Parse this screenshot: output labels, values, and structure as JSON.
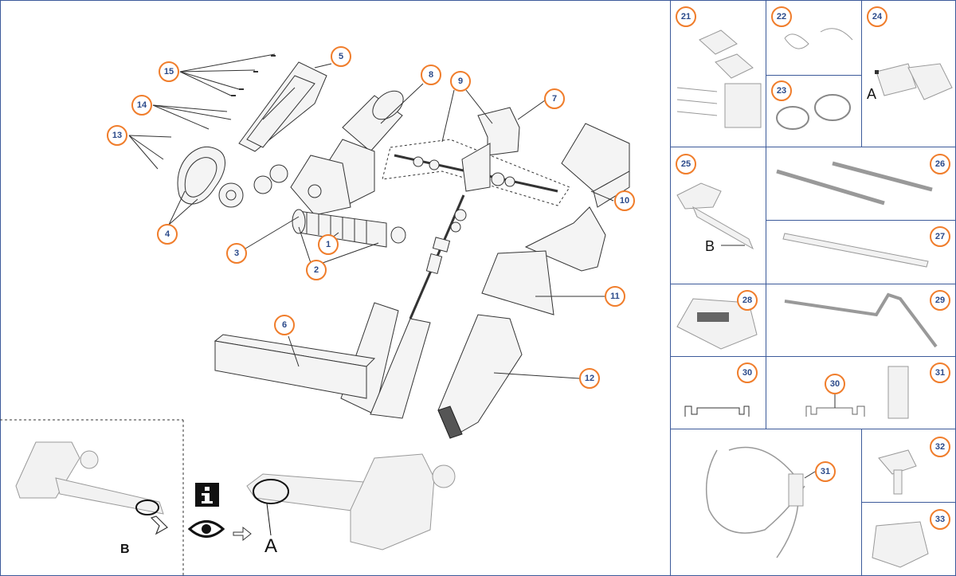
{
  "callouts": {
    "c1": "1",
    "c2": "2",
    "c3": "3",
    "c4": "4",
    "c5": "5",
    "c6": "6",
    "c7": "7",
    "c8": "8",
    "c9": "9",
    "c10": "10",
    "c11": "11",
    "c12": "12",
    "c13": "13",
    "c14": "14",
    "c15": "15",
    "c21": "21",
    "c22": "22",
    "c23": "23",
    "c24": "24",
    "c25": "25",
    "c26": "26",
    "c27": "27",
    "c28": "28",
    "c29": "29",
    "c30a": "30",
    "c30b": "30",
    "c31a": "31",
    "c31b": "31",
    "c32": "32",
    "c33": "33"
  },
  "letters": {
    "inset_b": "B",
    "main_a": "A",
    "panel24_a": "A",
    "panel25_b": "B"
  },
  "icons": {
    "info": "info-icon",
    "eye": "eye-icon",
    "arrow": "arrow-icon"
  },
  "colors": {
    "frame": "#3c5a9a",
    "callout_ring": "#f07d2b",
    "callout_text": "#2b4a8a"
  }
}
